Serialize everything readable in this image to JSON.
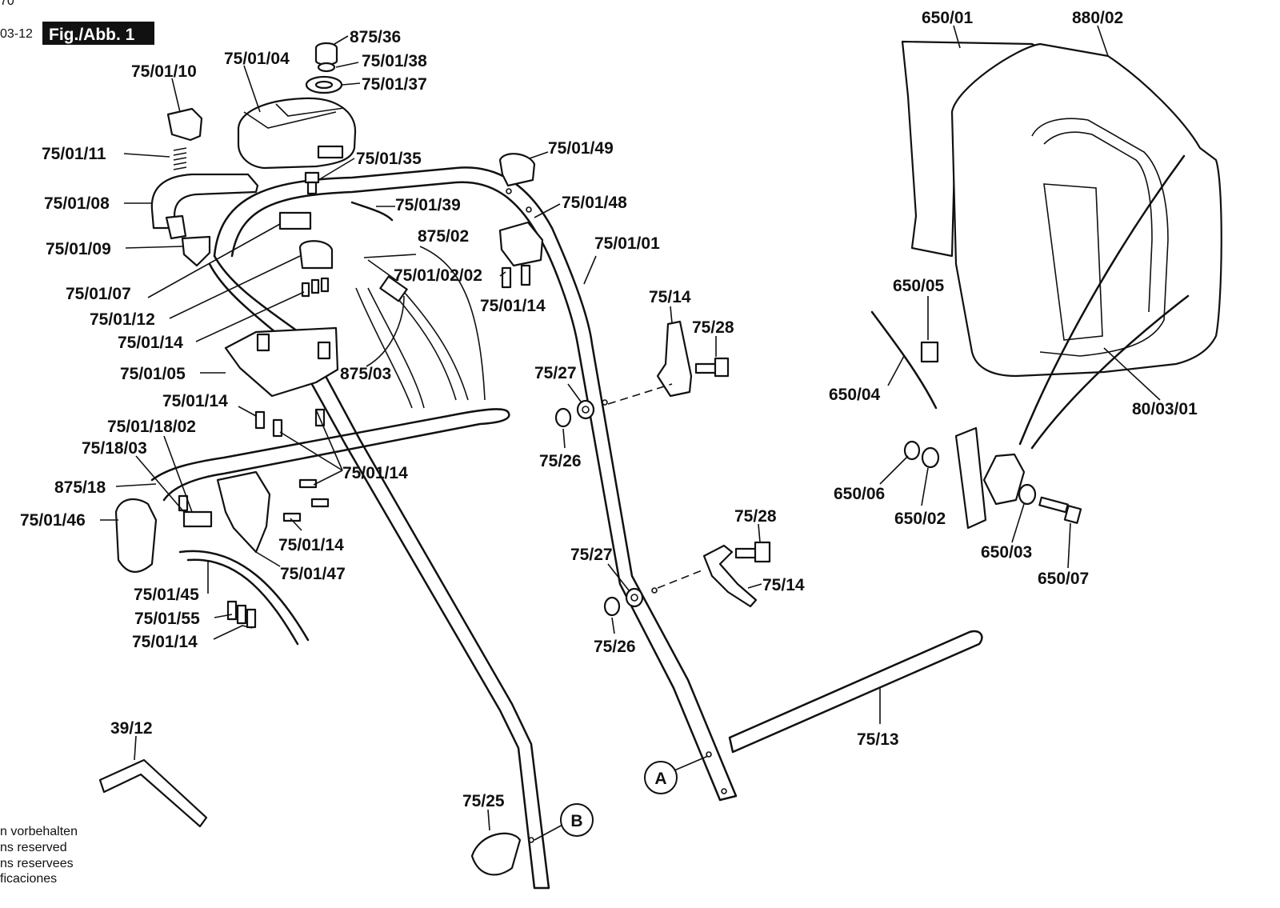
{
  "header": {
    "page_code": "70",
    "date_code": "03-12",
    "figure_title": "Fig./Abb. 1"
  },
  "notice": {
    "lines": [
      "n vorbehalten",
      "ns reserved",
      "ns reservees",
      "ficaciones"
    ]
  },
  "callouts": {
    "a": "A",
    "b": "B"
  },
  "part_labels": [
    "875/36",
    "75/01/04",
    "75/01/38",
    "75/01/37",
    "75/01/10",
    "75/01/11",
    "75/01/35",
    "75/01/08",
    "75/01/39",
    "75/01/09",
    "75/01/07",
    "75/01/12",
    "75/01/14",
    "75/01/05",
    "875/03",
    "875/02",
    "75/01/02/02",
    "75/01/14",
    "75/01/49",
    "75/01/48",
    "75/01/01",
    "75/01/14",
    "75/01/18/02",
    "75/18/03",
    "875/18",
    "75/01/46",
    "75/01/14",
    "75/01/14",
    "75/01/47",
    "75/01/45",
    "75/01/55",
    "75/01/14",
    "39/12",
    "75/25",
    "75/14",
    "75/28",
    "75/27",
    "75/26",
    "75/28",
    "75/27",
    "75/14",
    "75/26",
    "75/13",
    "650/01",
    "880/02",
    "650/05",
    "650/04",
    "80/03/01",
    "650/06",
    "650/02",
    "650/03",
    "650/07"
  ]
}
